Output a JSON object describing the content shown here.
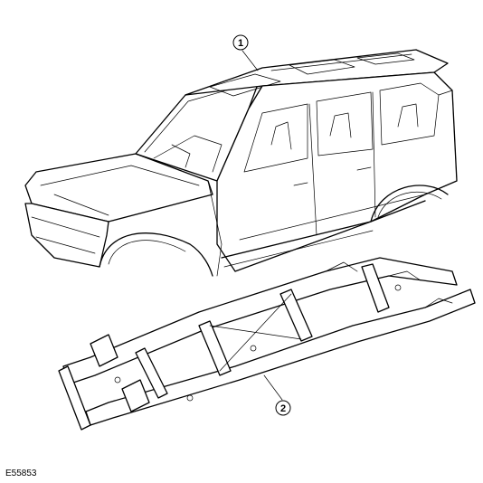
{
  "figure": {
    "code": "E55853",
    "callouts": [
      {
        "id": "body-shell",
        "label": "1"
      },
      {
        "id": "chassis-frame",
        "label": "2"
      }
    ]
  },
  "parts": [
    {
      "name": "body-shell-icon"
    },
    {
      "name": "chassis-frame-icon"
    }
  ]
}
